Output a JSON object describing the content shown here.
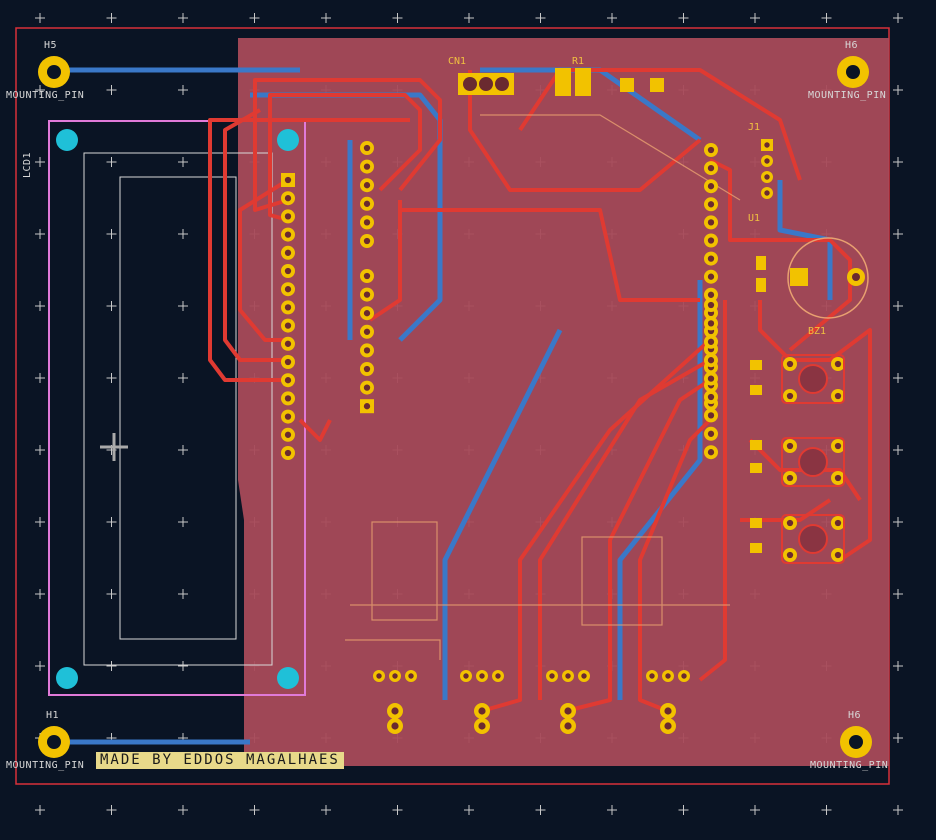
{
  "board": {
    "credit": "MADE BY EDDOS MAGALHAES",
    "background_color": "#0a1424",
    "copper_fill_color": "#a84a5a",
    "top_trace_color": "#e03a32",
    "bottom_trace_color": "#3a78c8",
    "pad_color": "#f2c200",
    "outline_color": "#d8303a",
    "lcd_outline_color": "#e07ad8",
    "mounting_pad_color": "#1fc0d8"
  },
  "labels": {
    "top_left_hole": "H5",
    "top_left_hole_name": "MOUNTING_PIN",
    "top_right_hole": "H6",
    "top_right_hole_name": "MOUNTING_PIN",
    "bottom_left_hole": "H1",
    "bottom_left_hole_name": "MOUNTING_PIN",
    "bottom_right_hole": "H6",
    "bottom_right_hole_name": "MOUNTING_PIN",
    "lcd": "LCD1",
    "connector_top": "CN1",
    "header_right": "J1",
    "resistor_top": "R1",
    "regulator": "U1",
    "buzzer": "BZ1"
  },
  "icons": {
    "crosshair": "crosshair-icon",
    "mounting_hole": "mounting-hole-icon",
    "via": "via-icon"
  }
}
